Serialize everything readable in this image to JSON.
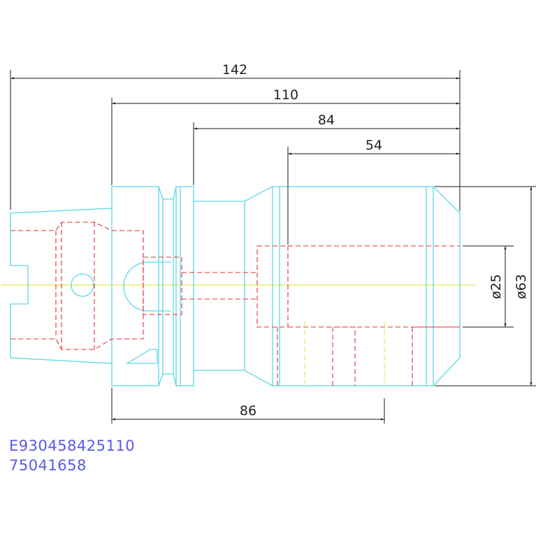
{
  "colors": {
    "outline": "#5ad9e6",
    "hidden": "#e03030",
    "centerline": "#e8e84a",
    "dimension": "#1a1a1a",
    "code_text": "#5a5ae0"
  },
  "dimensions": {
    "overall_length": "142",
    "body_length": "110",
    "shank_to_end": "84",
    "bore_depth": "54",
    "flange_to_neck": "86",
    "bore_diameter": "ø25",
    "outer_diameter": "ø63"
  },
  "codes": {
    "part_code": "E930458425110",
    "article_number": "75041658"
  }
}
